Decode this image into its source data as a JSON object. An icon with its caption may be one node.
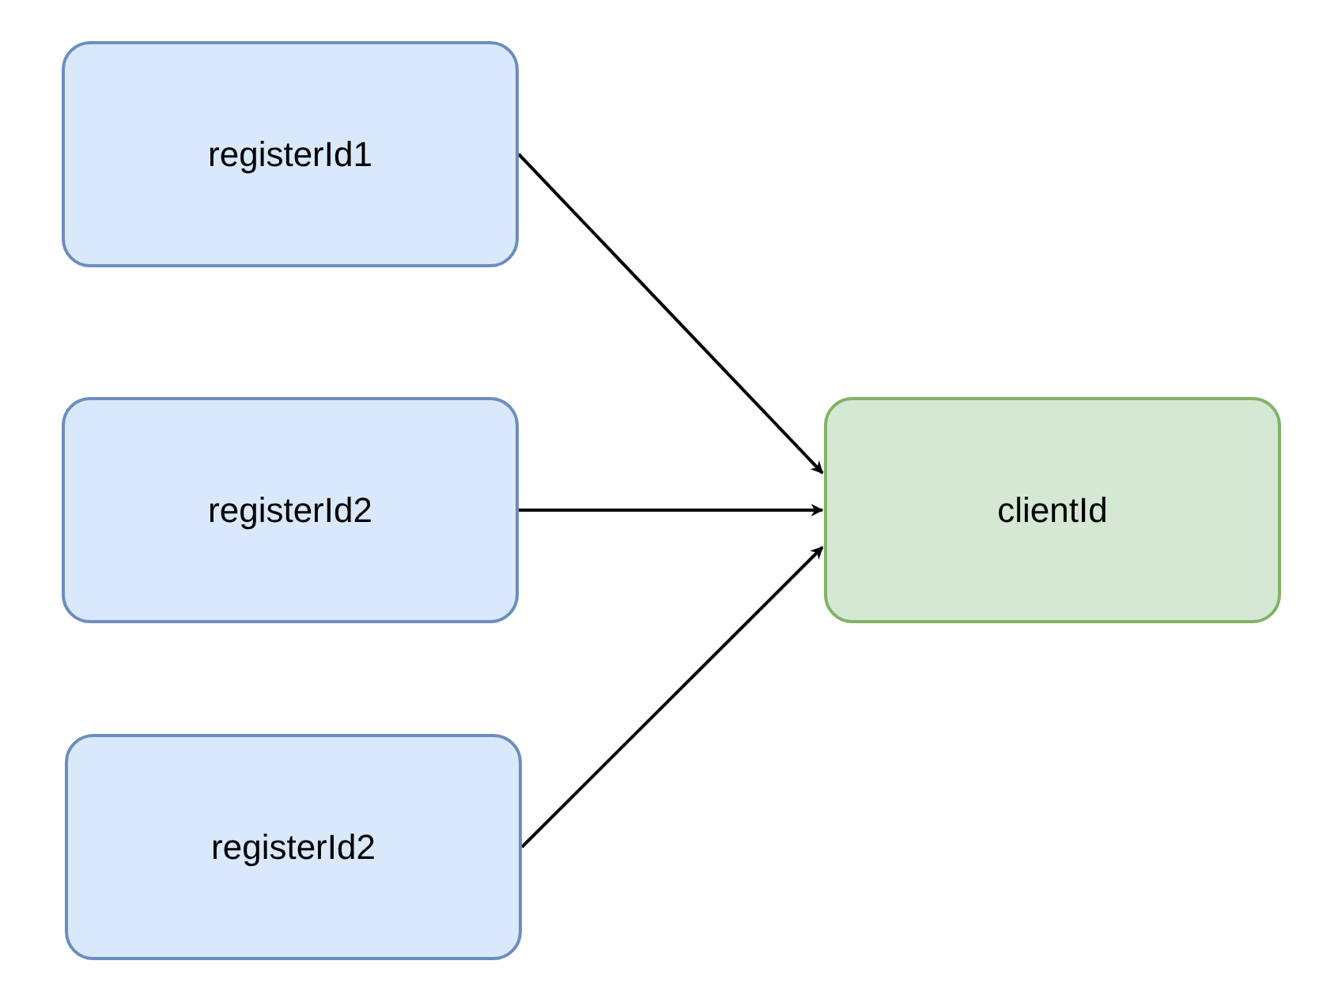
{
  "diagram": {
    "nodes": [
      {
        "text": [
          "registerId1"
        ]
      },
      {
        "text": [
          "registerId2"
        ]
      },
      {
        "text": [
          "registerId2"
        ]
      },
      {
        "text": [
          "clientId"
        ]
      }
    ],
    "edges": [
      {
        "from": 0,
        "to": 3,
        "arrow": "to"
      },
      {
        "from": 1,
        "to": 3,
        "arrow": "to"
      },
      {
        "from": 2,
        "to": 3,
        "arrow": "to"
      }
    ]
  }
}
